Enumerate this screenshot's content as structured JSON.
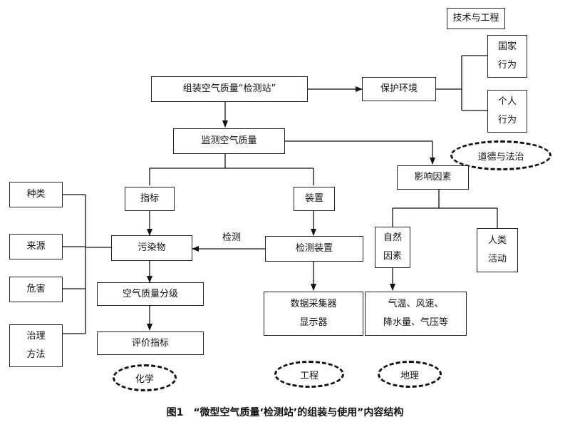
{
  "nodes": {
    "assemble": "组装空气质量“检测站”",
    "protect": "保护环境",
    "tech_eng": "技术与工程",
    "national": [
      "国家",
      "行为"
    ],
    "personal": [
      "个人",
      "行为"
    ],
    "monitor": "监测空气质量",
    "moral_law": "道德与法治",
    "factors": "影响因素",
    "natural": [
      "自然",
      "因素"
    ],
    "human": [
      "人类",
      "活动"
    ],
    "natural_detail": [
      "气温、风速、",
      "降水量、气压等"
    ],
    "indicator": "指标",
    "device": "装置",
    "pollutant": "污染物",
    "detect_device": "检测装置",
    "detect_label": "检测",
    "data_collector": [
      "数据采集器",
      "显示器"
    ],
    "grading": "空气质量分级",
    "evaluation": "评价指标",
    "kind": "种类",
    "source": "来源",
    "harm": "危害",
    "governance": [
      "治理",
      "方法"
    ]
  },
  "disciplines": {
    "chemistry": "化学",
    "engineering": "工程",
    "geography": "地理"
  },
  "caption": "图1　“微型空气质量‘检测站’的组装与使用”内容结构"
}
